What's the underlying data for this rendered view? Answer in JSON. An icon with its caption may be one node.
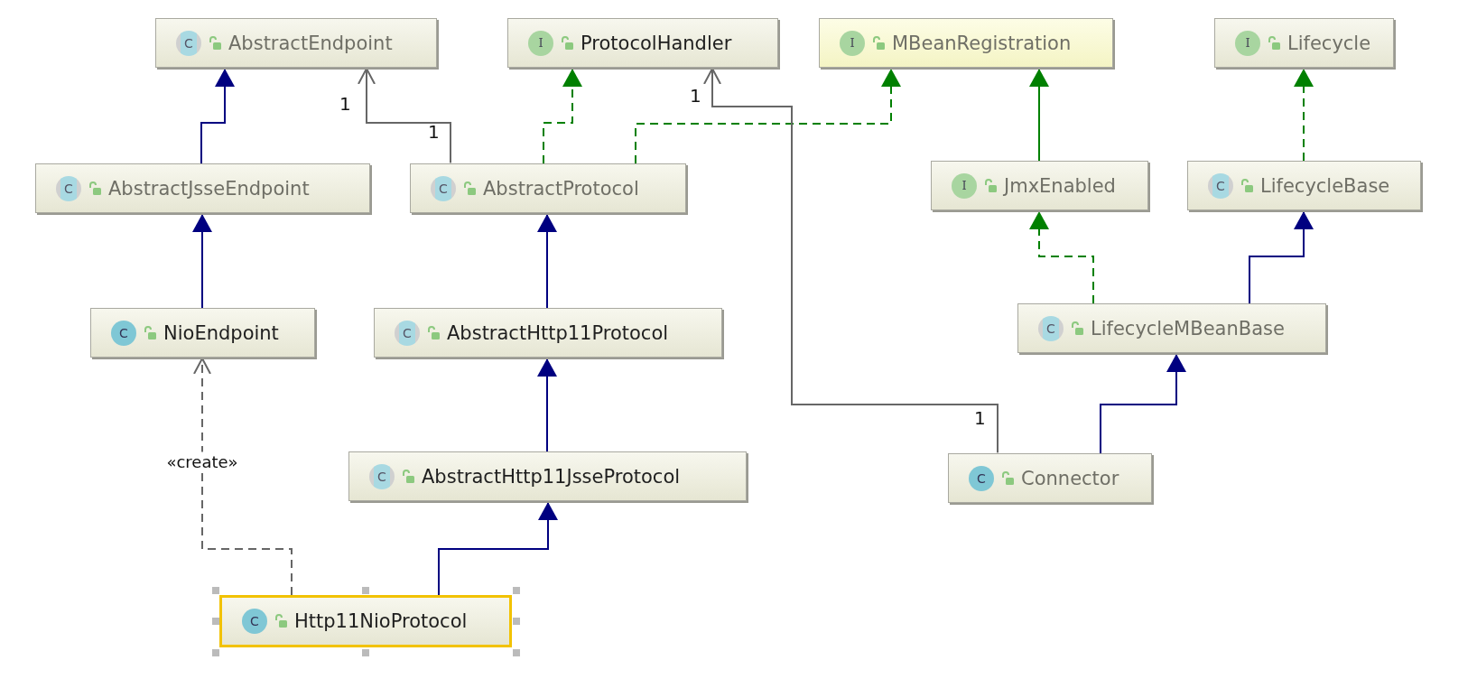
{
  "diagram": {
    "nodes": [
      {
        "text": [
          "C",
          "AbstractEndpoint"
        ]
      },
      {
        "text": [
          "I",
          "ProtocolHandler"
        ]
      },
      {
        "text": [
          "I",
          "MBeanRegistration"
        ]
      },
      {
        "text": [
          "I",
          "Lifecycle"
        ]
      },
      {
        "text": [
          "C",
          "AbstractJsseEndpoint"
        ]
      },
      {
        "text": [
          "C",
          "AbstractProtocol"
        ]
      },
      {
        "text": [
          "I",
          "JmxEnabled"
        ]
      },
      {
        "text": [
          "C",
          "LifecycleBase"
        ]
      },
      {
        "text": [
          "C",
          "NioEndpoint"
        ]
      },
      {
        "text": [
          "C",
          "AbstractHttp11Protocol"
        ]
      },
      {
        "text": [
          "C",
          "LifecycleMBeanBase"
        ]
      },
      {
        "text": [
          "C",
          "AbstractHttp11JsseProtocol"
        ]
      },
      {
        "text": [
          "C",
          "Connector"
        ]
      },
      {
        "text": [
          "C",
          "Http11NioProtocol"
        ]
      }
    ],
    "edges": [
      {
        "from": 4,
        "to": 0,
        "arrow": "to"
      },
      {
        "from": 5,
        "to": 0,
        "arrow": "to",
        "color": "#666666"
      },
      {
        "from": 5,
        "to": 1,
        "arrow": "to",
        "style": "dashed",
        "color": "#008000"
      },
      {
        "from": 5,
        "to": 2,
        "arrow": "to",
        "style": "dashed",
        "color": "#008000"
      },
      {
        "from": 6,
        "to": 2,
        "arrow": "to",
        "color": "#008000"
      },
      {
        "from": 7,
        "to": 3,
        "arrow": "to",
        "style": "dashed",
        "color": "#008000"
      },
      {
        "from": 8,
        "to": 4,
        "arrow": "to"
      },
      {
        "from": 9,
        "to": 5,
        "arrow": "to"
      },
      {
        "from": 10,
        "to": 6,
        "arrow": "to",
        "style": "dashed",
        "color": "#008000"
      },
      {
        "from": 10,
        "to": 7,
        "arrow": "to"
      },
      {
        "from": 11,
        "to": 9,
        "arrow": "to"
      },
      {
        "from": 12,
        "to": 1,
        "arrow": "to",
        "color": "#666666"
      },
      {
        "from": 12,
        "to": 10,
        "arrow": "to"
      },
      {
        "from": 13,
        "to": 8,
        "arrow": "to",
        "label": "«create»",
        "style": "dashed",
        "color": "#666666"
      },
      {
        "from": 13,
        "to": 11,
        "arrow": "to"
      }
    ],
    "labels": [
      "1",
      "1",
      "1",
      "1"
    ]
  }
}
